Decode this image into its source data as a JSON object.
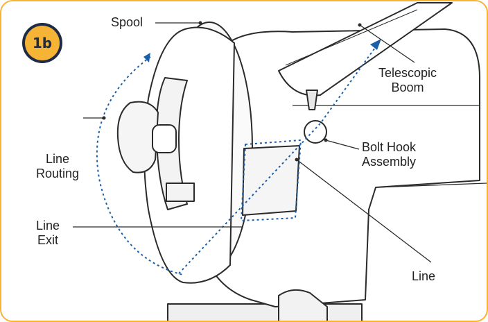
{
  "badge": "1b",
  "labels": {
    "spool": "Spool",
    "telescopic_boom": "Telescopic\nBoom",
    "line_routing": "Line\nRouting",
    "bolt_hook_assembly": "Bolt Hook\nAssembly",
    "line_exit": "Line\nExit",
    "line": "Line"
  },
  "colors": {
    "frame": "#f6b436",
    "badge_fill": "#f6b436",
    "badge_ring": "#1f2a44",
    "routing_path": "#1b5fa8",
    "linework": "#2a2a2a"
  }
}
